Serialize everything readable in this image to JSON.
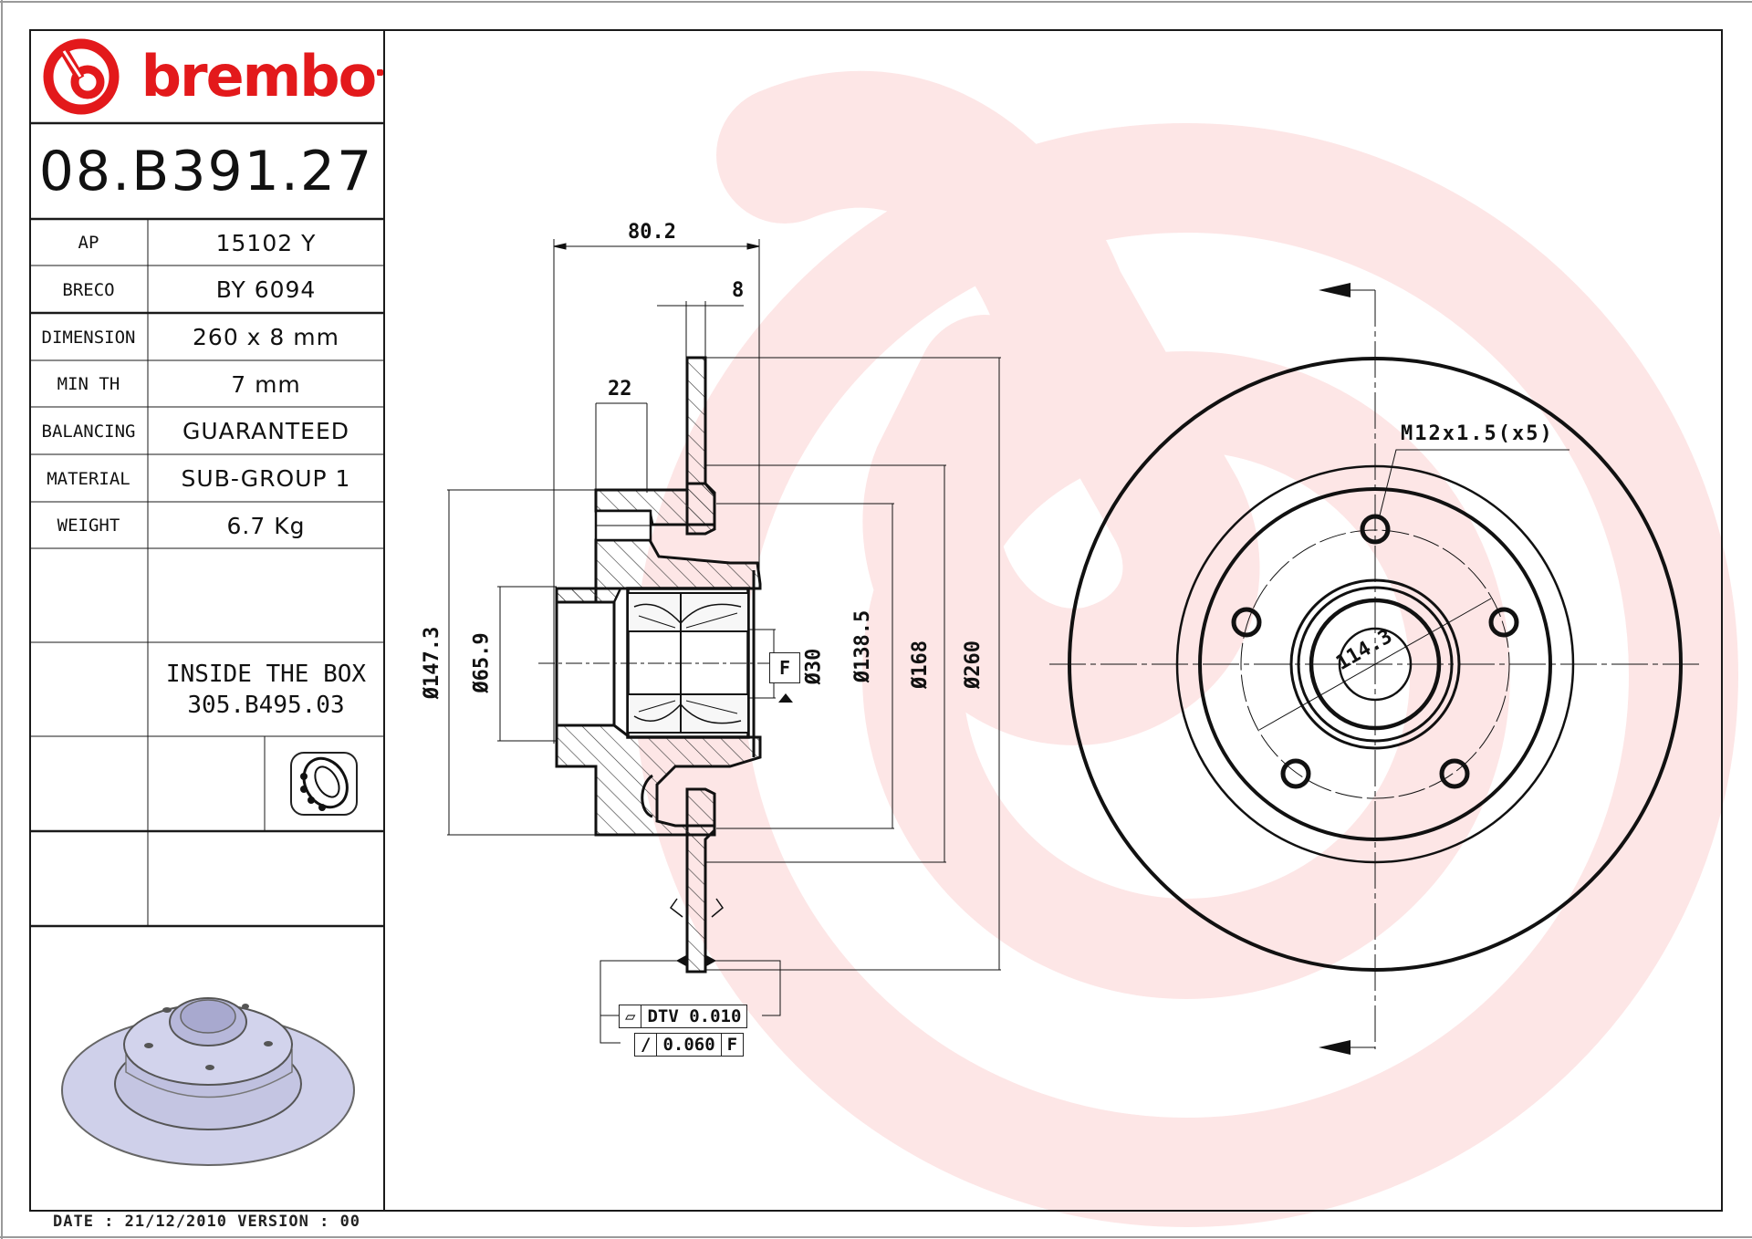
{
  "brand": {
    "name": "brembo",
    "color": "#e3191b",
    "watermark_color": "#fde6e6"
  },
  "part_number": "08.B391.27",
  "specs": [
    {
      "label": "AP",
      "value": "15102 Y"
    },
    {
      "label": "BRECO",
      "value": "BY 6094"
    },
    {
      "label": "DIMENSION",
      "value": "260 x 8 mm"
    },
    {
      "label": "MIN TH",
      "value": "7 mm"
    },
    {
      "label": "BALANCING",
      "value": "GUARANTEED"
    },
    {
      "label": "MATERIAL",
      "value": "SUB-GROUP 1"
    },
    {
      "label": "WEIGHT",
      "value": "6.7 Kg"
    }
  ],
  "inside_box": {
    "title": "INSIDE THE BOX",
    "part": "305.B495.03"
  },
  "footer": {
    "text": "DATE : 21/12/2010 VERSION : 00"
  },
  "section_view": {
    "overall_width": "80.2",
    "disc_thickness": "8",
    "flange_width": "22",
    "diameters": [
      {
        "name": "d147",
        "label": "Ø147.3"
      },
      {
        "name": "d65",
        "label": "Ø65.9"
      },
      {
        "name": "d30",
        "label": "Ø30"
      },
      {
        "name": "d138",
        "label": "Ø138.5"
      },
      {
        "name": "d168",
        "label": "Ø168"
      },
      {
        "name": "d260",
        "label": "Ø260"
      }
    ],
    "datum": "F",
    "tolerances": {
      "dtv": {
        "symbol": "▱",
        "value": "DTV 0.010"
      },
      "runout": {
        "symbol": "/",
        "value": "0.060",
        "datum": "F"
      }
    }
  },
  "front_view": {
    "thread": "M12x1.5(x5)",
    "pcd": "114.3",
    "bolt_count": 5
  }
}
